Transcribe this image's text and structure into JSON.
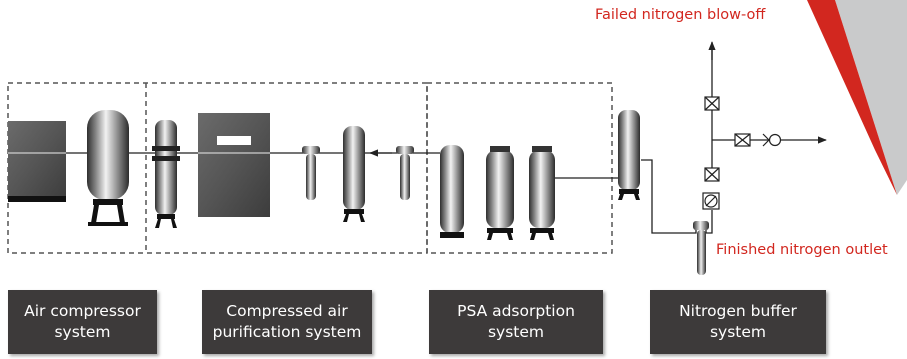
{
  "annotations": {
    "blowoff": "Failed nitrogen blow-off",
    "outlet": "Finished nitrogen outlet"
  },
  "systems": [
    {
      "line1": "Air compressor",
      "line2": "system"
    },
    {
      "line1": "Compressed air",
      "line2": "purification system"
    },
    {
      "line1": "PSA adsorption",
      "line2": "system"
    },
    {
      "line1": "Nitrogen buffer",
      "line2": "system"
    }
  ],
  "colors": {
    "accent_red": "#d2271f",
    "box_dark": "#3d3a3a",
    "corner_gray": "#c9cacb"
  }
}
